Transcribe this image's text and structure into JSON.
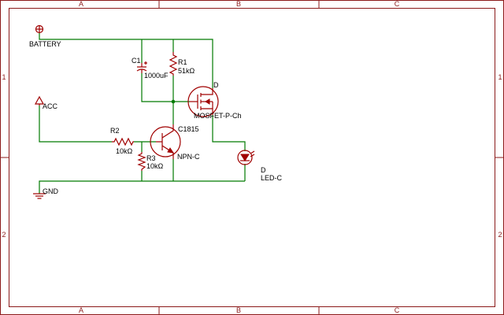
{
  "zones": {
    "columns": [
      "A",
      "B",
      "C"
    ],
    "rows": [
      "1",
      "2"
    ]
  },
  "nets": {
    "battery": "BATTERY",
    "acc": "ACC",
    "gnd": "GND"
  },
  "components": {
    "c1": {
      "ref": "C1",
      "value": "1000uF"
    },
    "r1": {
      "ref": "R1",
      "value": "51kΩ"
    },
    "r2": {
      "ref": "R2",
      "value": "10kΩ"
    },
    "r3": {
      "ref": "R3",
      "value": "10kΩ"
    },
    "q1": {
      "ref": "C1815",
      "value": "NPN-C"
    },
    "m1": {
      "ref": "D",
      "value": "MOSFET-P-Ch"
    },
    "led": {
      "ref": "D",
      "value": "LED-C"
    }
  },
  "colors": {
    "frame": "#8b1a1a",
    "wire": "#007a00",
    "part": "#a00000",
    "text": "#000000"
  }
}
